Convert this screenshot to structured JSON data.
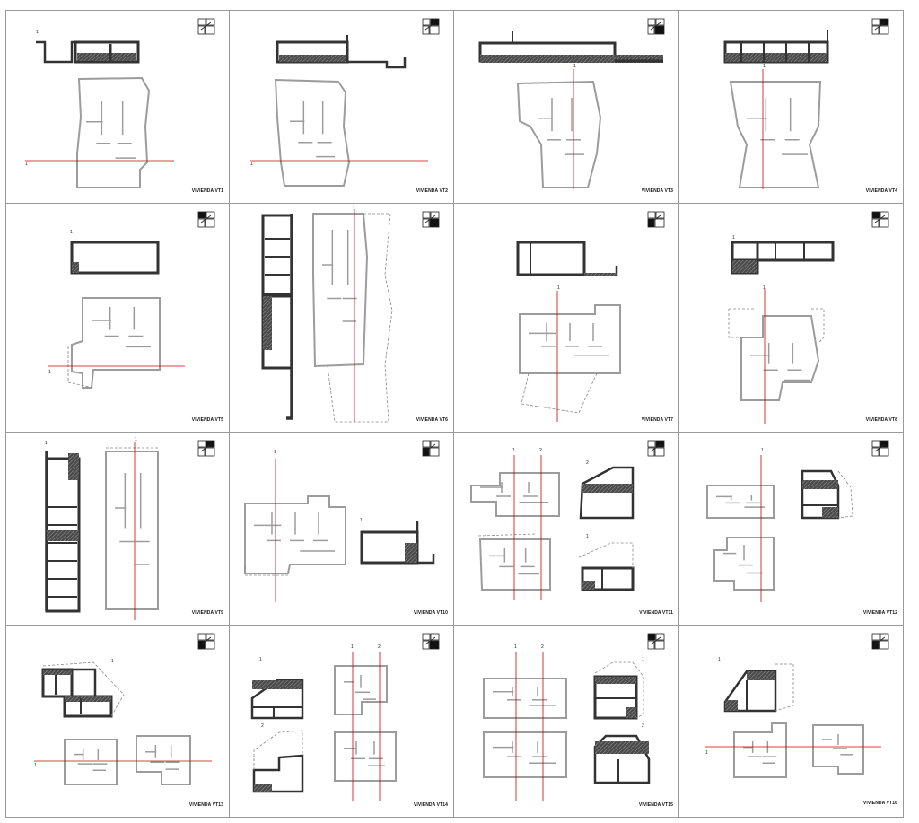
{
  "sheet": {
    "rows": 4,
    "cols": 4,
    "colors": {
      "cut": "#d40000",
      "wall": "#333333",
      "plan": "#9c9c9c",
      "grid": "#9a9a9a"
    }
  },
  "cells": [
    {
      "label": "VIVIENDA VT1",
      "marks": [
        "1"
      ]
    },
    {
      "label": "VIVIENDA VT2",
      "marks": [
        "1"
      ]
    },
    {
      "label": "VIVIENDA VT3",
      "marks": [
        "1"
      ]
    },
    {
      "label": "VIVIENDA VT4",
      "marks": [
        "1"
      ]
    },
    {
      "label": "VIVIENDA VT5",
      "marks": [
        "1"
      ]
    },
    {
      "label": "VIVIENDA VT6",
      "marks": [
        "1"
      ]
    },
    {
      "label": "VIVIENDA VT7",
      "marks": [
        "1"
      ]
    },
    {
      "label": "VIVIENDA VT8",
      "marks": [
        "1"
      ]
    },
    {
      "label": "VIVIENDA VT9",
      "marks": [
        "1"
      ]
    },
    {
      "label": "VIVIENDA VT10",
      "marks": [
        "1"
      ]
    },
    {
      "label": "VIVIENDA VT11",
      "marks": [
        "1",
        "2"
      ]
    },
    {
      "label": "VIVIENDA VT12",
      "marks": [
        "1"
      ]
    },
    {
      "label": "VIVIENDA VT13",
      "marks": [
        "1"
      ]
    },
    {
      "label": "VIVIENDA VT14",
      "marks": [
        "1",
        "2"
      ]
    },
    {
      "label": "VIVIENDA VT15",
      "marks": [
        "1",
        "2"
      ]
    },
    {
      "label": "VIVIENDA VT16",
      "marks": [
        "1"
      ]
    }
  ]
}
